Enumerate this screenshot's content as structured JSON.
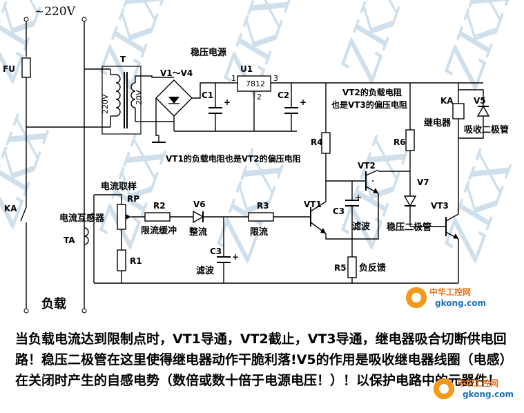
{
  "schematic": {
    "supply": "~220V",
    "watermark": "ZKX",
    "components": {
      "fuse": "FU",
      "transformer": "T",
      "primary_voltage": "220V",
      "secondary_voltage": "20V",
      "bridge": "V1～V4",
      "regulator_ref": "U1",
      "regulator_part": "7812",
      "reg_pin1": "1",
      "reg_pin2": "2",
      "reg_pin3": "3",
      "c1": "C1",
      "c2": "C2",
      "c3": "C3",
      "c3b": "C3",
      "r1": "R1",
      "r2": "R2",
      "r3": "R3",
      "r4": "R4",
      "r5": "R5",
      "r6": "R6",
      "rp": "RP",
      "v5": "V5",
      "v6": "V6",
      "v7": "V7",
      "vt1": "VT1",
      "vt2": "VT2",
      "vt3": "VT3",
      "ka_relay": "KA",
      "ka_contact": "KA",
      "ta": "TA"
    },
    "annotations": {
      "regulated_supply": "稳压电源",
      "vt2_load": "VT2的负载电阻",
      "vt3_bias": "也是VT3的偏压电阻",
      "vt1_load_vt2_bias": "VT1的负载电阻也是VT2的偏压电阻",
      "current_sampling": "电流取样",
      "current_transformer": "电流互感器",
      "limit_buffer": "限流缓冲",
      "rectify": "整流",
      "limit": "限流",
      "filter_a": "滤波",
      "filter_b": "滤波",
      "zener": "稳压二极管",
      "relay": "继电器",
      "absorb_diode": "吸收二极管",
      "negative_feedback": "负反馈",
      "load": "负载"
    }
  },
  "description": "当负载电流达到限制点时，VT1导通，VT2截止，VT3导通，继电器吸合切断供电回路！稳压二极管在这里使得继电器动作干脆利落!V5的作用是吸收继电器线圈（电感）在关闭时产生的自感电势（数倍或数十倍于电源电压！）！以保护电路中的元器件！",
  "logos": [
    {
      "name": "中华工控网",
      "url": "gkong.com"
    },
    {
      "name": "中华工控网",
      "url": "gkong.com"
    }
  ]
}
